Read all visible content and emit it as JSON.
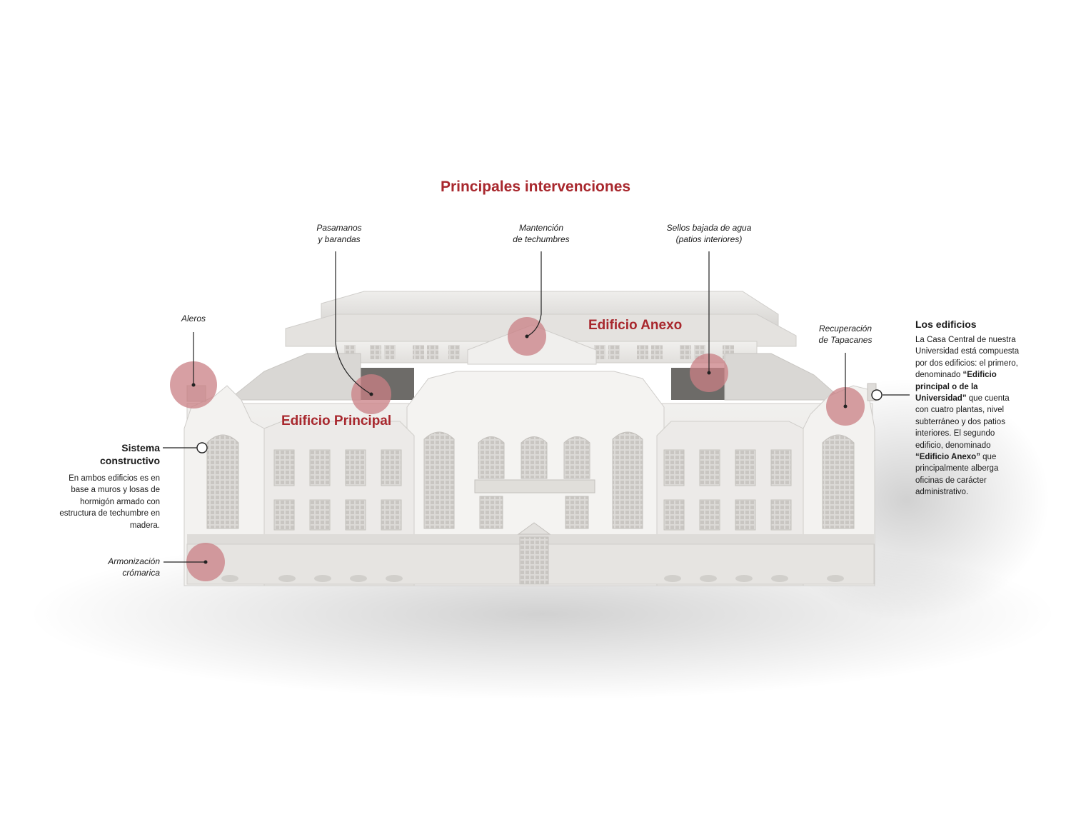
{
  "title": "Principales intervenciones",
  "colors": {
    "accent": "#a8272d",
    "marker": "#c97f84",
    "building": "#e9e8e6",
    "building_shade": "#d3d1ce",
    "line": "#222222"
  },
  "callouts": {
    "aleros": [
      "Aleros"
    ],
    "pasamanos": [
      "Pasamanos",
      "y barandas"
    ],
    "mantencion": [
      "Mantención",
      "de techumbres"
    ],
    "sellos": [
      "Sellos bajada de agua",
      "(patios interiores)"
    ],
    "recuperacion": [
      "Recuperación",
      "de Tapacanes"
    ],
    "armonizacion": [
      "Armonización",
      "crómarica"
    ]
  },
  "buildings": {
    "principal": "Edificio Principal",
    "anexo": "Edificio Anexo"
  },
  "right_panel": {
    "heading": "Los edificios",
    "text_1": "La Casa Central de nuestra Universidad está compuesta por dos edificios: el primero, denominado ",
    "bold_1": "“Edificio principal o de la Universidad”",
    "text_2": " que cuenta con cuatro plantas, nivel subterráneo y dos patios interiores. El segundo edificio, denominado ",
    "bold_2": "“Edificio Anexo”",
    "text_3": " que principalmente alberga oficinas de carácter administrativo."
  },
  "left_panel": {
    "heading": [
      "Sistema",
      "constructivo"
    ],
    "text": "En ambos edificios es en base a muros y losas de hormigón armado con estructura de techumbre en madera."
  },
  "icons": {
    "marker": "circle-marker-icon",
    "pointer": "ring-pointer-icon"
  }
}
